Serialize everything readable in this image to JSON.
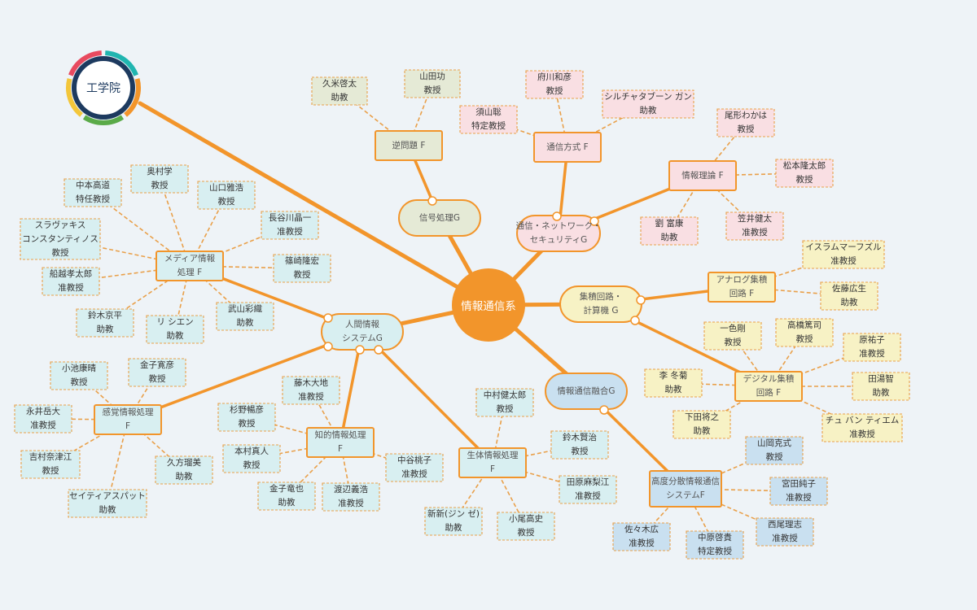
{
  "colors": {
    "orange": "#f2952b",
    "dash_orange": "#e9a04a",
    "fill_green": "#e5ead6",
    "fill_pink": "#f9dfe3",
    "fill_cyan": "#d8eff1",
    "fill_yellow": "#f7f2c5",
    "fill_blue": "#c9e0f0",
    "navy": "#1d3a5f"
  },
  "logo": {
    "label": "工学院",
    "ring_colors": [
      "#20b5b0",
      "#f2952b",
      "#5aaa48",
      "#f3c63a",
      "#e84a5f"
    ]
  },
  "center": {
    "label": "情報通信系"
  },
  "groups": [
    {
      "id": "g_signal",
      "label": "信号処理G"
    },
    {
      "id": "g_comm",
      "label": "通信・ネットワーク・セキュリティG"
    },
    {
      "id": "g_circuit",
      "label": "集積回路・計算機 G"
    },
    {
      "id": "g_fusion",
      "label": "情報通信融合G"
    },
    {
      "id": "g_human",
      "label": "人間情報システムG"
    }
  ],
  "fields": [
    {
      "id": "f_inverse",
      "label": "逆問題 F"
    },
    {
      "id": "f_commsys",
      "label": "通信方式 F"
    },
    {
      "id": "f_infotheory",
      "label": "情報理論 F"
    },
    {
      "id": "f_analog",
      "label": "アナログ集積回路 F"
    },
    {
      "id": "f_digital",
      "label": "デジタル集積回路 F"
    },
    {
      "id": "f_distributed",
      "label": "高度分散情報通信システムF"
    },
    {
      "id": "f_media",
      "label": "メディア情報処理 F"
    },
    {
      "id": "f_sense",
      "label": "感覚情報処理 F"
    },
    {
      "id": "f_intel",
      "label": "知的情報処理 F"
    },
    {
      "id": "f_bio",
      "label": "生体情報処理 F"
    }
  ],
  "people": [
    {
      "id": "p1",
      "name": "久米啓太",
      "title": "助教"
    },
    {
      "id": "p2",
      "name": "山田功",
      "title": "教授"
    },
    {
      "id": "p3",
      "name": "府川和彦",
      "title": "教授"
    },
    {
      "id": "p4",
      "name": "須山聡",
      "title": "特定教授"
    },
    {
      "id": "p5",
      "name": "シルチャタブーン ガン",
      "title": "助教"
    },
    {
      "id": "p6",
      "name": "尾形わかは",
      "title": "教授"
    },
    {
      "id": "p7",
      "name": "松本隆太郎",
      "title": "教授"
    },
    {
      "id": "p8",
      "name": "劉 富康",
      "title": "助教"
    },
    {
      "id": "p9",
      "name": "笠井健太",
      "title": "准教授"
    },
    {
      "id": "p10",
      "name": "イスラムマーフズル",
      "title": "准教授"
    },
    {
      "id": "p11",
      "name": "佐藤広生",
      "title": "助教"
    },
    {
      "id": "p12",
      "name": "一色剛",
      "title": "教授"
    },
    {
      "id": "p13",
      "name": "高橋篤司",
      "title": "教授"
    },
    {
      "id": "p14",
      "name": "原祐子",
      "title": "准教授"
    },
    {
      "id": "p15",
      "name": "田湯智",
      "title": "助教"
    },
    {
      "id": "p16",
      "name": "李 冬菊",
      "title": "助教"
    },
    {
      "id": "p17",
      "name": "下田将之",
      "title": "助教"
    },
    {
      "id": "p18",
      "name": "チュ バン ティエム",
      "title": "准教授"
    },
    {
      "id": "p19",
      "name": "山岡克式",
      "title": "教授"
    },
    {
      "id": "p20",
      "name": "宮田純子",
      "title": "准教授"
    },
    {
      "id": "p21",
      "name": "西尾理志",
      "title": "准教授"
    },
    {
      "id": "p22",
      "name": "中原啓貴",
      "title": "特定教授"
    },
    {
      "id": "p23",
      "name": "佐々木広",
      "title": "准教授"
    },
    {
      "id": "p24",
      "name": "中村健太郎",
      "title": "教授"
    },
    {
      "id": "p25",
      "name": "鈴木賢治",
      "title": "教授"
    },
    {
      "id": "p26",
      "name": "田原麻梨江",
      "title": "准教授"
    },
    {
      "id": "p27",
      "name": "小尾高史",
      "title": "教授"
    },
    {
      "id": "p28",
      "name": "新新(ジン ゼ)",
      "title": "助教"
    },
    {
      "id": "p29",
      "name": "奥村学",
      "title": "教授"
    },
    {
      "id": "p30",
      "name": "中本高道",
      "title": "特任教授"
    },
    {
      "id": "p31",
      "name": "山口雅浩",
      "title": "教授"
    },
    {
      "id": "p32",
      "name": "長谷川晶一",
      "title": "准教授"
    },
    {
      "id": "p33",
      "name": "スラヴァキス コンスタンティノス",
      "title": "教授"
    },
    {
      "id": "p34",
      "name": "篠崎隆宏",
      "title": "教授"
    },
    {
      "id": "p35",
      "name": "船越孝太郎",
      "title": "准教授"
    },
    {
      "id": "p36",
      "name": "鈴木京平",
      "title": "助教"
    },
    {
      "id": "p37",
      "name": "リ シエン",
      "title": "助教"
    },
    {
      "id": "p38",
      "name": "武山彩織",
      "title": "助教"
    },
    {
      "id": "p39",
      "name": "小池康晴",
      "title": "教授"
    },
    {
      "id": "p40",
      "name": "金子寛彦",
      "title": "教授"
    },
    {
      "id": "p41",
      "name": "永井岳大",
      "title": "准教授"
    },
    {
      "id": "p42",
      "name": "吉村奈津江",
      "title": "教授"
    },
    {
      "id": "p43",
      "name": "久方瑠美",
      "title": "助教"
    },
    {
      "id": "p44",
      "name": "セイティアスパット",
      "title": "助教"
    },
    {
      "id": "p45",
      "name": "藤木大地",
      "title": "准教授"
    },
    {
      "id": "p46",
      "name": "杉野暢彦",
      "title": "教授"
    },
    {
      "id": "p47",
      "name": "本村真人",
      "title": "教授"
    },
    {
      "id": "p48",
      "name": "金子竜也",
      "title": "助教"
    },
    {
      "id": "p49",
      "name": "渡辺義浩",
      "title": "准教授"
    },
    {
      "id": "p50",
      "name": "中谷桃子",
      "title": "准教授"
    }
  ]
}
